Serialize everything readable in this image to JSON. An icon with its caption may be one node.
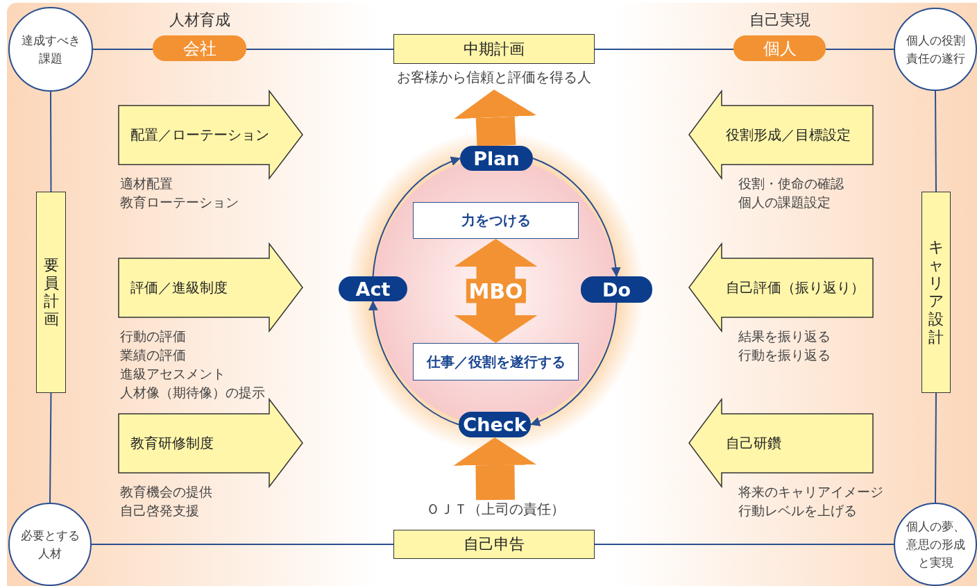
{
  "diagram": {
    "nodes": [
      {
        "text": [
          "達成すべき課題"
        ]
      },
      {
        "text": [
          "人材育成",
          "会社"
        ]
      },
      {
        "text": [
          "中期計画"
        ],
        "beside": [
          "お客様から信頼と評価を得る人"
        ]
      },
      {
        "text": [
          "自己実現",
          "個人"
        ]
      },
      {
        "text": [
          "個人の役割責任の遂行"
        ]
      },
      {
        "text": [
          "配置／ローテーション"
        ],
        "beside": [
          "適材配置",
          "教育ローテーション"
        ]
      },
      {
        "text": [
          "役割形成／目標設定"
        ],
        "beside": [
          "役割・使命の確認",
          "個人の課題設定"
        ]
      },
      {
        "text": [
          "Plan"
        ]
      },
      {
        "text": [
          "力をつける"
        ]
      },
      {
        "text": [
          "要員計画"
        ]
      },
      {
        "text": [
          "キャリア設計"
        ]
      },
      {
        "text": [
          "評価／進級制度"
        ],
        "beside": [
          "行動の評価",
          "業績の評価",
          "進級アセスメント",
          "人材像（期待像）の提示"
        ]
      },
      {
        "text": [
          "Act"
        ]
      },
      {
        "text": [
          "Do"
        ]
      },
      {
        "text": [
          "自己評価（振り返り）"
        ],
        "beside": [
          "結果を振り返る",
          "行動を振り返る"
        ]
      },
      {
        "text": [
          "仕事／役割を遂行する"
        ]
      },
      {
        "text": [
          "Check"
        ]
      },
      {
        "text": [
          "教育研修制度"
        ],
        "beside": [
          "教育機会の提供",
          "自己啓発支援"
        ]
      },
      {
        "text": [
          "自己研鑽"
        ],
        "beside": [
          "将来のキャリアイメージ",
          "行動レベルを上げる"
        ]
      },
      {
        "text": [
          "ＯＪＴ（上司の責任）"
        ]
      },
      {
        "text": [
          "必要とする人材"
        ]
      },
      {
        "text": [
          "自己申告"
        ]
      },
      {
        "text": [
          "個人の夢、意思の形成と実現"
        ]
      }
    ],
    "edges": [
      {
        "from": 0,
        "to": 1,
        "arrow": "none"
      },
      {
        "from": 1,
        "to": 2,
        "arrow": "none"
      },
      {
        "from": 2,
        "to": 3,
        "arrow": "none"
      },
      {
        "from": 3,
        "to": 4,
        "arrow": "none"
      },
      {
        "from": 0,
        "to": 9,
        "arrow": "none"
      },
      {
        "from": 4,
        "to": 10,
        "arrow": "none"
      },
      {
        "from": 9,
        "to": 20,
        "arrow": "none"
      },
      {
        "from": 10,
        "to": 22,
        "arrow": "none"
      },
      {
        "from": 20,
        "to": 21,
        "arrow": "none"
      },
      {
        "from": 21,
        "to": 22,
        "arrow": "none"
      },
      {
        "from": 7,
        "to": 2,
        "arrow": "to",
        "style": "thick",
        "color": "#f39233"
      },
      {
        "from": 7,
        "to": 13,
        "arrow": "to"
      },
      {
        "from": 13,
        "to": 16,
        "arrow": "to"
      },
      {
        "from": 16,
        "to": 12,
        "arrow": "to"
      },
      {
        "from": 12,
        "to": 7,
        "arrow": "to"
      },
      {
        "from": 8,
        "to": 15,
        "arrow": "both",
        "label": "MBO",
        "style": "thick",
        "color": "#f39233"
      },
      {
        "from": 19,
        "to": 16,
        "arrow": "to",
        "style": "thick",
        "color": "#f39233"
      }
    ]
  }
}
